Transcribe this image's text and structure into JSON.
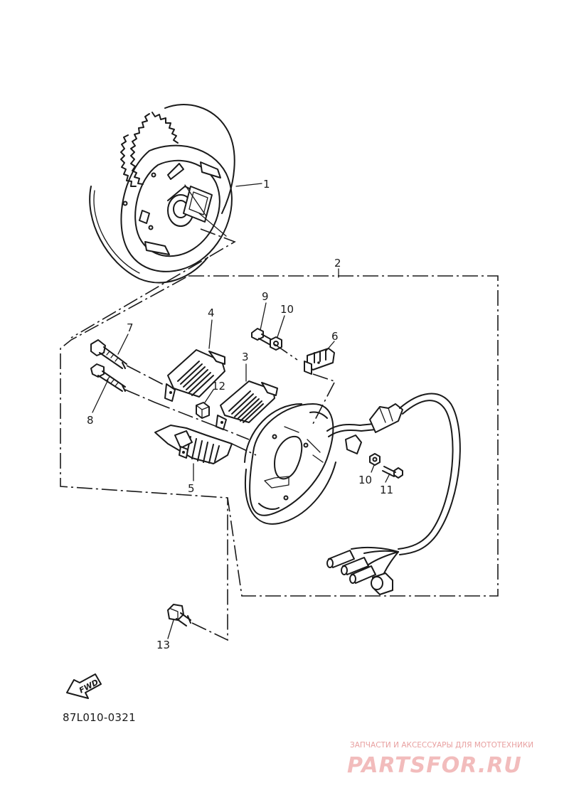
{
  "diagram_code": "87L010-0321",
  "fwd_label": "FWD",
  "callouts": {
    "c1": "1",
    "c2": "2",
    "c3": "3",
    "c4": "4",
    "c5": "5",
    "c6": "6",
    "c7": "7",
    "c8": "8",
    "c9": "9",
    "c10a": "10",
    "c10b": "10",
    "c11": "11",
    "c12": "12",
    "c13": "13"
  },
  "watermark": {
    "tagline": "ЗАПЧАСТИ И АКСЕССУАРЫ ДЛЯ МОТОТЕХНИКИ",
    "brand": "PARTSFOR.RU"
  }
}
